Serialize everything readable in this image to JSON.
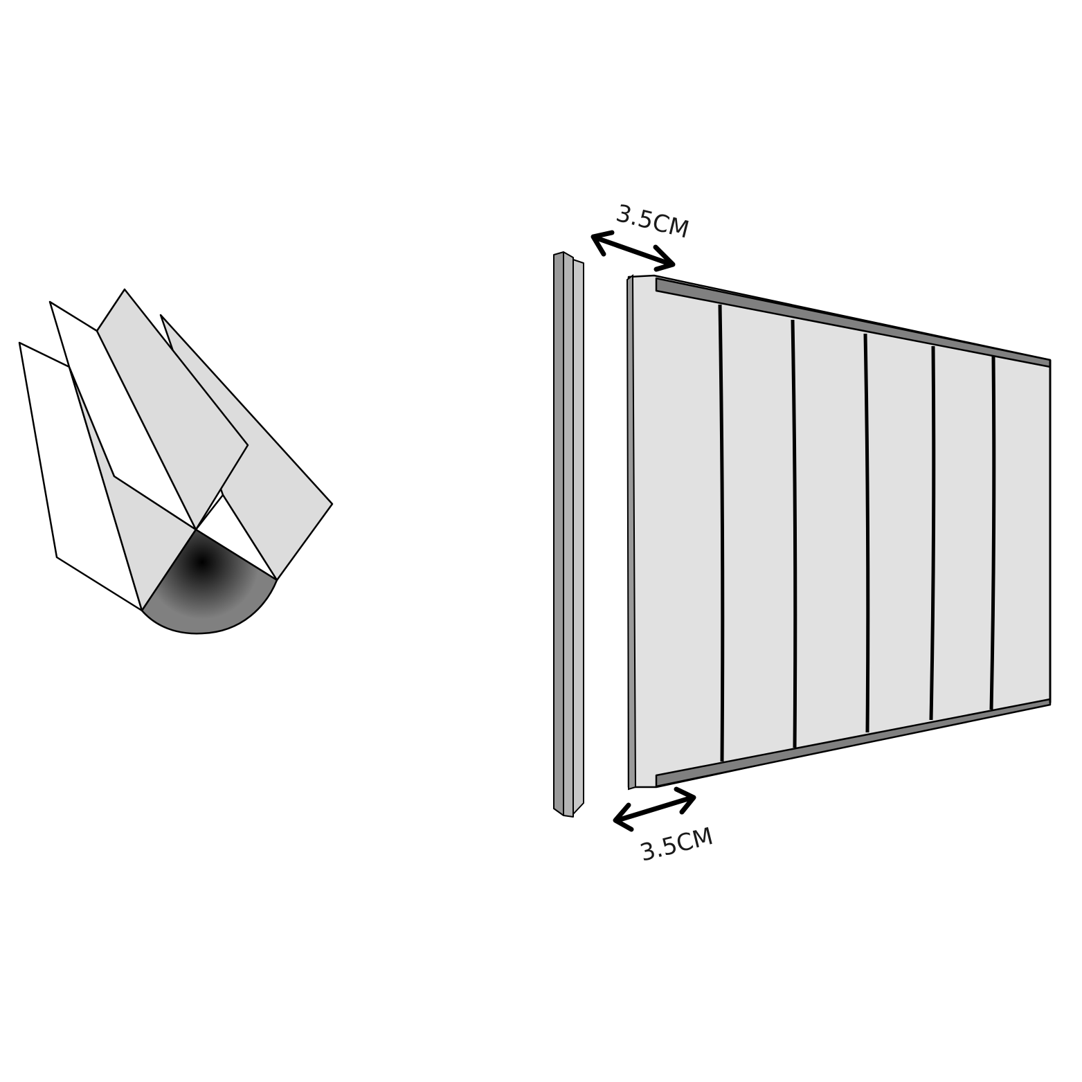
{
  "diagram": {
    "dimensions": {
      "top": {
        "label": "3.5CM"
      },
      "bottom": {
        "label": "3.5CM"
      }
    },
    "panel": {
      "grooves": 6
    },
    "colors": {
      "background": "#ffffff",
      "panel_face": "#e1e1e1",
      "panel_edge": "#808080",
      "outline": "#000000",
      "profile_face": "#dcdcdc",
      "profile_white": "#ffffff",
      "curve_dark": "#000000",
      "curve_mid": "#808080"
    }
  }
}
